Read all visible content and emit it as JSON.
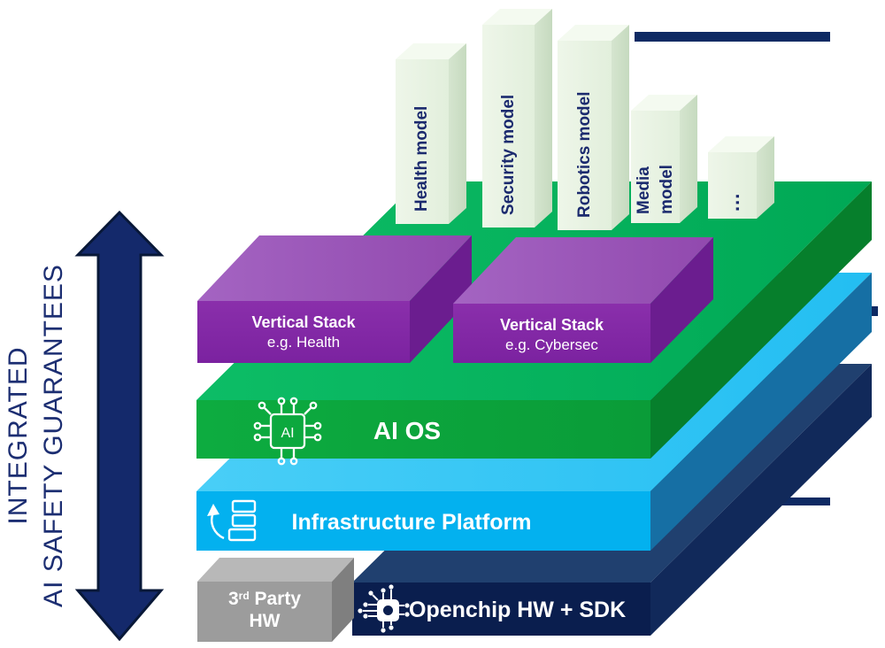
{
  "axis_label": {
    "line1": "INTEGRATED",
    "line2": "AI SAFETY GUARANTEES"
  },
  "models": [
    {
      "label": "Health model"
    },
    {
      "label": "Security model"
    },
    {
      "label": "Robotics model"
    },
    {
      "line1": "Media",
      "line2": "model"
    },
    {
      "label": "..."
    }
  ],
  "vertical_stacks": [
    {
      "title": "Vertical Stack",
      "subtitle": "e.g. Health"
    },
    {
      "title": "Vertical Stack",
      "subtitle": "e.g. Cybersec"
    }
  ],
  "layers": {
    "ai_os": {
      "label": "AI OS",
      "chip_text": "AI",
      "icon": "ai-chip-icon"
    },
    "infrastructure": {
      "label": "Infrastructure Platform",
      "icon": "server-stack-icon"
    },
    "openchip": {
      "label": "Openchip HW + SDK",
      "icon": "chip-circuit-icon"
    },
    "third_party_hw": {
      "number": "3",
      "ordinal": "rd",
      "rest": "Party",
      "line2": "HW"
    }
  },
  "colors": {
    "navy_line": "#0E2A63",
    "axis_text": "#1C2E72",
    "bar_label": "#1B2A6E",
    "green_front": "#0CA53D",
    "green_top": "#00B25E",
    "green_side": "#067F2C",
    "blue_front": "#03B1EF",
    "blue_top": "#3CC9F5",
    "blue_side": "#166FA4",
    "purple_front": "#8228A3",
    "purple_top": "#9C59BA",
    "purple_side": "#6B1D8F",
    "dark_front": "#0A1E4E",
    "dark_top": "#20406F",
    "dark_side": "#11295A",
    "gray_front": "#9C9C9C",
    "gray_top": "#B8B8B8",
    "gray_side": "#7F7F7F",
    "bar_front": "#EAF3E4",
    "bar_top": "#F4FAF0",
    "bar_side": "#D5E5CF"
  }
}
